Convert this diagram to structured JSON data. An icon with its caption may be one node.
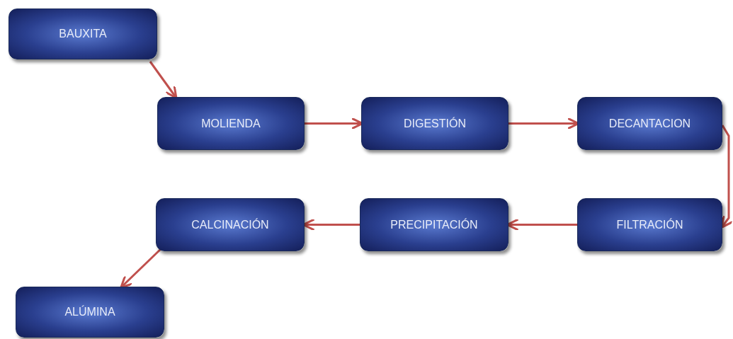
{
  "diagram": {
    "nodes": [
      {
        "text": [
          "BAUXITA"
        ]
      },
      {
        "text": [
          "MOLIENDA"
        ]
      },
      {
        "text": [
          "DIGESTIÓN"
        ]
      },
      {
        "text": [
          "DECANTACION"
        ]
      },
      {
        "text": [
          "FILTRACIÓN"
        ]
      },
      {
        "text": [
          "PRECIPITACIÓN"
        ]
      },
      {
        "text": [
          "CALCINACIÓN"
        ]
      },
      {
        "text": [
          "ALÚMINA"
        ]
      }
    ],
    "edges": [
      {
        "from": 0,
        "to": 1,
        "arrow": "to"
      },
      {
        "from": 1,
        "to": 2,
        "arrow": "to"
      },
      {
        "from": 2,
        "to": 3,
        "arrow": "to"
      },
      {
        "from": 3,
        "to": 4,
        "arrow": "to"
      },
      {
        "from": 4,
        "to": 5,
        "arrow": "to"
      },
      {
        "from": 5,
        "to": 6,
        "arrow": "to"
      },
      {
        "from": 6,
        "to": 7,
        "arrow": "to"
      }
    ]
  }
}
